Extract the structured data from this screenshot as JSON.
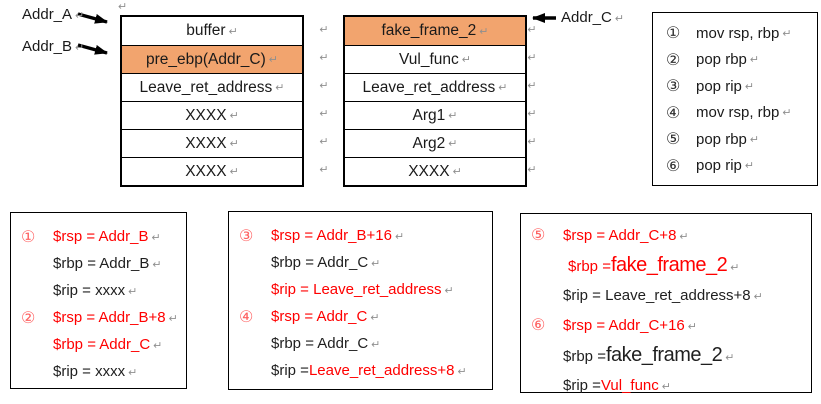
{
  "colors": {
    "highlight_orange": "#F2A46E",
    "text_red": "#FF0000",
    "step_number_red": "#FF5F5F",
    "paragraph_mark_gray": "#8f8f8f"
  },
  "pilcrow": "↵",
  "pointers": {
    "addr_a": "Addr_A",
    "addr_b": "Addr_B",
    "addr_c": "Addr_C"
  },
  "stack_left": {
    "rows": [
      {
        "text": "buffer",
        "highlight": false
      },
      {
        "text": "pre_ebp(Addr_C)",
        "highlight": true
      },
      {
        "text": "Leave_ret_address",
        "highlight": false
      },
      {
        "text": "XXXX",
        "highlight": false
      },
      {
        "text": "XXXX",
        "highlight": false
      },
      {
        "text": "XXXX",
        "highlight": false
      }
    ]
  },
  "stack_right": {
    "rows": [
      {
        "text": "fake_frame_2",
        "highlight": true
      },
      {
        "text": "Vul_func",
        "highlight": false
      },
      {
        "text": "Leave_ret_address",
        "highlight": false
      },
      {
        "text": "Arg1",
        "highlight": false
      },
      {
        "text": "Arg2",
        "highlight": false
      },
      {
        "text": "XXXX",
        "highlight": false
      }
    ]
  },
  "instructions": [
    {
      "num": "①",
      "text": "mov rsp, rbp"
    },
    {
      "num": "②",
      "text": "pop rbp"
    },
    {
      "num": "③",
      "text": "pop rip"
    },
    {
      "num": "④",
      "text": "mov rsp, rbp"
    },
    {
      "num": "⑤",
      "text": "pop rbp"
    },
    {
      "num": "⑥",
      "text": "pop rip"
    }
  ],
  "state_boxes": [
    {
      "groups": [
        {
          "num": "①",
          "lines": [
            {
              "segments": [
                {
                  "text": "$rsp = Addr_B",
                  "color": "red"
                }
              ]
            },
            {
              "segments": [
                {
                  "text": "$rbp = Addr_B",
                  "color": "black"
                }
              ]
            },
            {
              "segments": [
                {
                  "text": "$rip = xxxx",
                  "color": "black"
                }
              ]
            }
          ]
        },
        {
          "num": "②",
          "lines": [
            {
              "segments": [
                {
                  "text": "$rsp = Addr_B+8",
                  "color": "red"
                }
              ]
            },
            {
              "segments": [
                {
                  "text": "$rbp = Addr_C",
                  "color": "red"
                }
              ]
            },
            {
              "segments": [
                {
                  "text": "$rip = xxxx",
                  "color": "black"
                }
              ]
            }
          ]
        }
      ]
    },
    {
      "groups": [
        {
          "num": "③",
          "lines": [
            {
              "segments": [
                {
                  "text": "$rsp = Addr_B+16",
                  "color": "red"
                }
              ]
            },
            {
              "segments": [
                {
                  "text": "$rbp = Addr_C",
                  "color": "black"
                }
              ]
            },
            {
              "segments": [
                {
                  "text": "$rip = Leave_ret_address",
                  "color": "red"
                }
              ]
            }
          ]
        },
        {
          "num": "④",
          "lines": [
            {
              "segments": [
                {
                  "text": "$rsp = Addr_C",
                  "color": "red"
                }
              ]
            },
            {
              "segments": [
                {
                  "text": "$rbp = Addr_C",
                  "color": "black"
                }
              ]
            },
            {
              "segments": [
                {
                  "text": "$rip = ",
                  "color": "black"
                },
                {
                  "text": "Leave_ret_address+8",
                  "color": "red"
                }
              ]
            }
          ]
        }
      ]
    },
    {
      "groups": [
        {
          "num": "⑤",
          "lines": [
            {
              "segments": [
                {
                  "text": "$rsp = Addr_C+8",
                  "color": "red"
                }
              ]
            },
            {
              "indent": true,
              "segments": [
                {
                  "text": "$rbp = ",
                  "color": "red"
                },
                {
                  "text": "fake_frame_2",
                  "color": "red",
                  "big": true
                }
              ]
            },
            {
              "segments": [
                {
                  "text": "$rip = Leave_ret_address+8",
                  "color": "black"
                }
              ]
            }
          ]
        },
        {
          "num": "⑥",
          "lines": [
            {
              "segments": [
                {
                  "text": "$rsp = Addr_C+16",
                  "color": "red"
                }
              ]
            },
            {
              "segments": [
                {
                  "text": "$rbp = ",
                  "color": "black"
                },
                {
                  "text": "fake_frame_2",
                  "color": "black",
                  "big": true
                }
              ]
            },
            {
              "segments": [
                {
                  "text": "$rip = ",
                  "color": "black"
                },
                {
                  "text": "Vul_func",
                  "color": "red"
                }
              ]
            }
          ]
        }
      ]
    }
  ]
}
